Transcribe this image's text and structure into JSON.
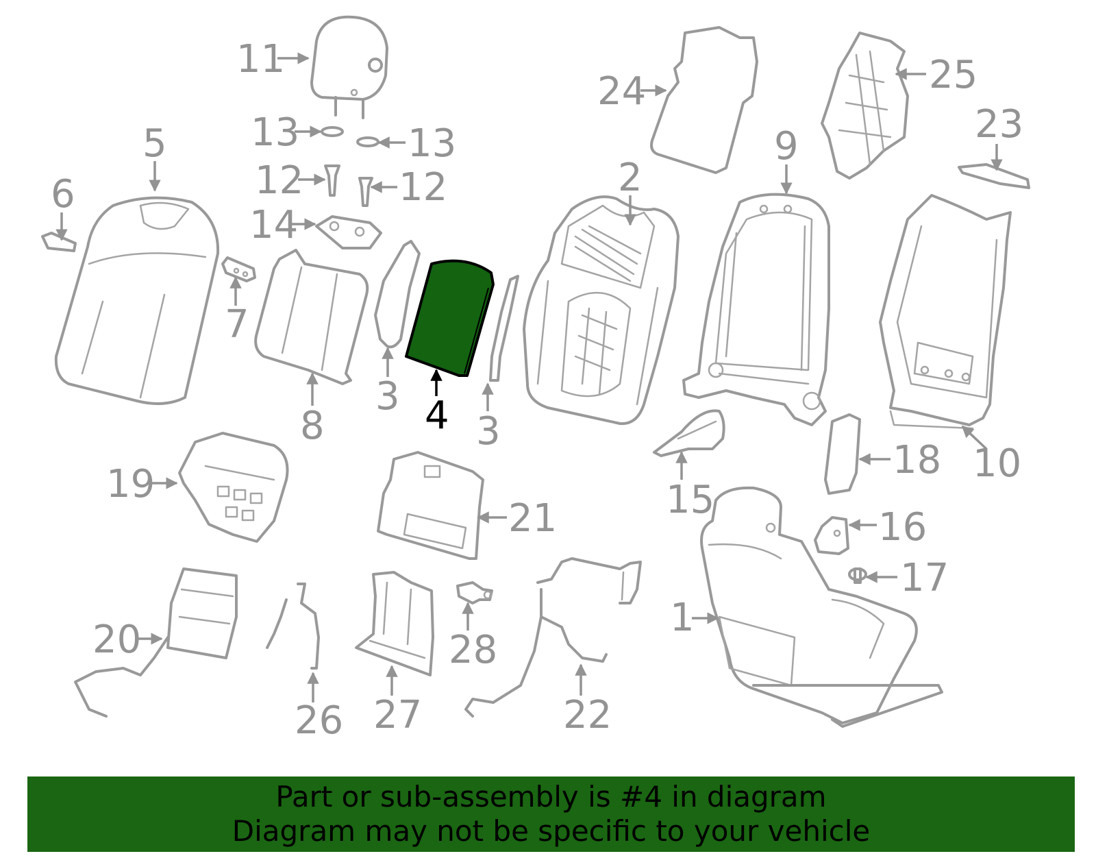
{
  "highlight": {
    "part_number": "4",
    "fill_color": "#136311",
    "banner_color": "#1a6612"
  },
  "callouts": {
    "c1": "1",
    "c2": "2",
    "c3a": "3",
    "c3b": "3",
    "c4": "4",
    "c5": "5",
    "c6": "6",
    "c7": "7",
    "c8": "8",
    "c9": "9",
    "c10": "10",
    "c11": "11",
    "c12a": "12",
    "c12b": "12",
    "c13a": "13",
    "c13b": "13",
    "c14": "14",
    "c15": "15",
    "c16": "16",
    "c17": "17",
    "c18": "18",
    "c19": "19",
    "c20": "20",
    "c21": "21",
    "c22": "22",
    "c23": "23",
    "c24": "24",
    "c25": "25",
    "c26": "26",
    "c27": "27",
    "c28": "28"
  },
  "footer": {
    "line1": "Part or sub-assembly is #4 in diagram",
    "line2": "Diagram may not be specific to your vehicle"
  }
}
